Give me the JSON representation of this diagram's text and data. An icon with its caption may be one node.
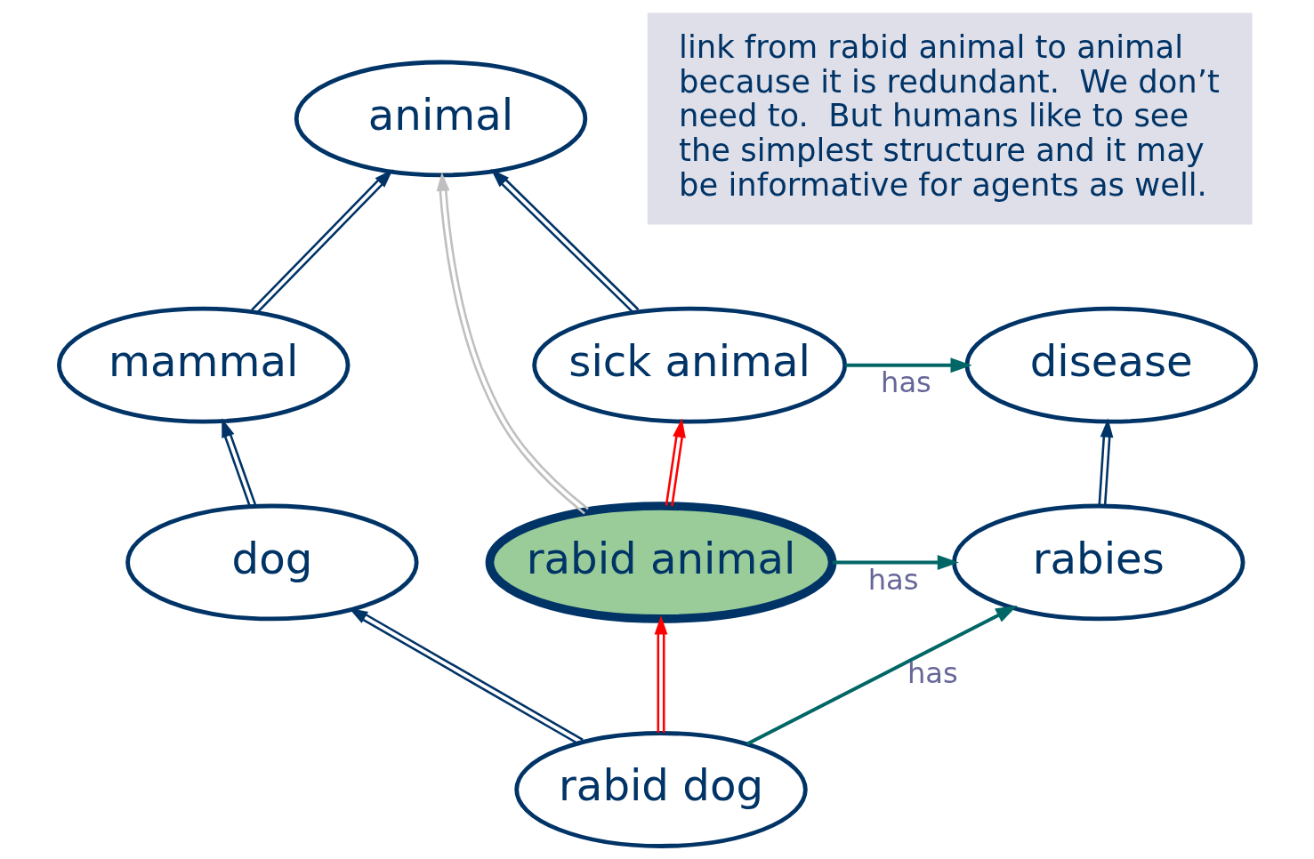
{
  "diagram": {
    "nodes": [
      {
        "text": [
          "animal"
        ]
      },
      {
        "text": [
          "mammal"
        ]
      },
      {
        "text": [
          "sick animal"
        ]
      },
      {
        "text": [
          "disease"
        ]
      },
      {
        "text": [
          "dog"
        ]
      },
      {
        "text": [
          "rabid animal"
        ]
      },
      {
        "text": [
          "rabies"
        ]
      },
      {
        "text": [
          "rabid dog"
        ]
      }
    ],
    "edges": [
      {
        "from": 1,
        "to": 0,
        "arrow": "to"
      },
      {
        "from": 2,
        "to": 0,
        "arrow": "to"
      },
      {
        "from": 5,
        "to": 0,
        "arrow": "to",
        "color": "#bfbfbf"
      },
      {
        "from": 4,
        "to": 1,
        "arrow": "to"
      },
      {
        "from": 5,
        "to": 2,
        "arrow": "to",
        "color": "#ff0000"
      },
      {
        "from": 2,
        "to": 3,
        "arrow": "to",
        "label": "has",
        "color": "#006666"
      },
      {
        "from": 6,
        "to": 3,
        "arrow": "to"
      },
      {
        "from": 5,
        "to": 6,
        "arrow": "to",
        "label": "has",
        "color": "#006666"
      },
      {
        "from": 7,
        "to": 4,
        "arrow": "to"
      },
      {
        "from": 7,
        "to": 5,
        "arrow": "to",
        "color": "#ff0000"
      },
      {
        "from": 7,
        "to": 6,
        "arrow": "to",
        "label": "has",
        "color": "#006666"
      }
    ],
    "labels": [
      "link from rabid animal to animal because it is redundant.  We don’t need to.  But humans like to see the simplest structure and it may be informative for agents as well."
    ]
  }
}
